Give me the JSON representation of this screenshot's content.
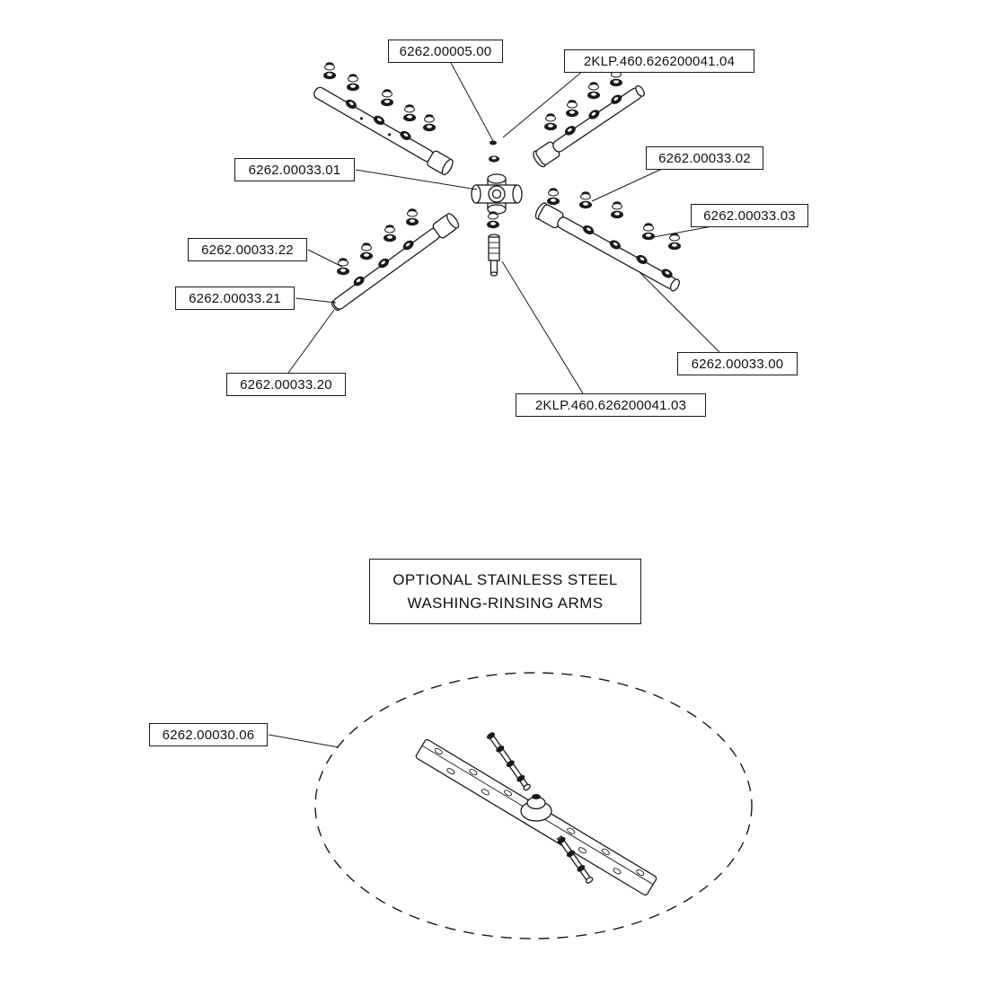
{
  "page": {
    "background_color": "#ffffff",
    "line_color": "#1a1a1a"
  },
  "diagram": {
    "labels": [
      {
        "name": "part-label-6262-00005-00",
        "text": "6262.00005.00"
      },
      {
        "name": "part-label-2klp-460-626200041-04",
        "text": "2KLP.460.626200041.04"
      },
      {
        "name": "part-label-6262-00033-01",
        "text": "6262.00033.01"
      },
      {
        "name": "part-label-6262-00033-02",
        "text": "6262.00033.02"
      },
      {
        "name": "part-label-6262-00033-03",
        "text": "6262.00033.03"
      },
      {
        "name": "part-label-6262-00033-22",
        "text": "6262.00033.22"
      },
      {
        "name": "part-label-6262-00033-21",
        "text": "6262.00033.21"
      },
      {
        "name": "part-label-6262-00033-20",
        "text": "6262.00033.20"
      },
      {
        "name": "part-label-6262-00033-00",
        "text": "6262.00033.00"
      },
      {
        "name": "part-label-2klp-460-626200041-03",
        "text": "2KLP.460.626200041.03"
      },
      {
        "name": "part-label-6262-00030-06",
        "text": "6262.00030.06"
      }
    ],
    "note": {
      "line1": "OPTIONAL STAINLESS STEEL",
      "line2": "WASHING-RINSING ARMS"
    }
  }
}
